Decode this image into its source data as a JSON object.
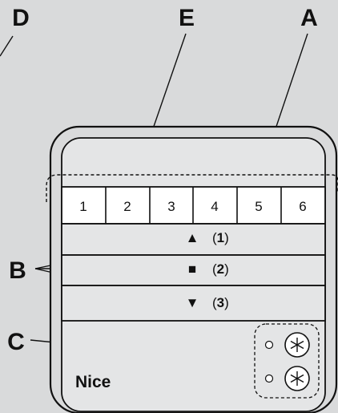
{
  "callouts": {
    "a": "A",
    "b": "B",
    "c": "C",
    "d": "D",
    "e": "E"
  },
  "channels": [
    "1",
    "2",
    "3",
    "4",
    "5",
    "6"
  ],
  "buttons": [
    {
      "symbol": "▲",
      "open": "(",
      "num": "1",
      "close": ")"
    },
    {
      "symbol": "■",
      "open": "(",
      "num": "2",
      "close": ")"
    },
    {
      "symbol": "▼",
      "open": "(",
      "num": "3",
      "close": ")"
    }
  ],
  "brand": "Nice",
  "icons": {
    "led": "led-indicator-icon",
    "snowflake": "snowflake-icon"
  },
  "colors": {
    "background": "#d9dadb",
    "line": "#111111",
    "panel": "#e4e5e6"
  }
}
